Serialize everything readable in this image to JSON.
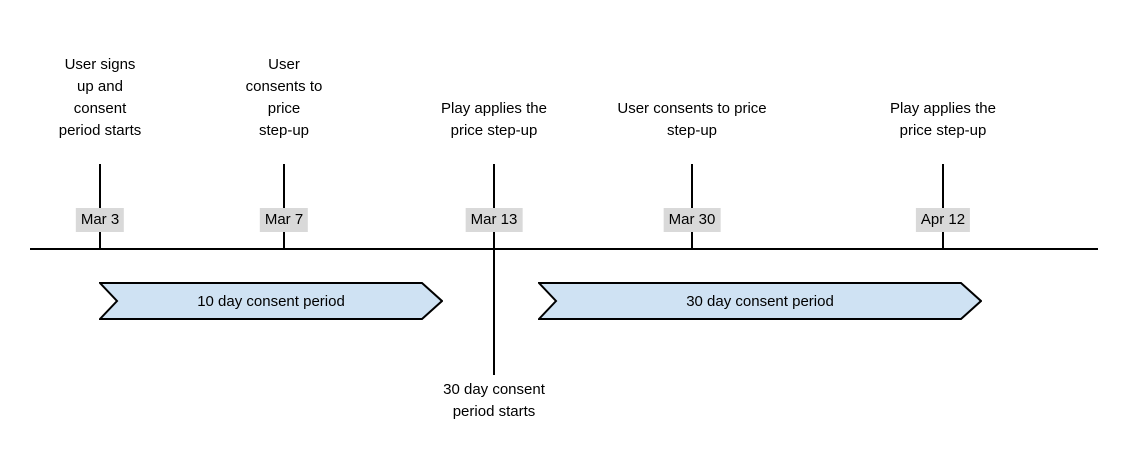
{
  "diagram": {
    "type": "timeline",
    "events": [
      {
        "date": "Mar 3",
        "label": "User signs\nup and\nconsent\nperiod starts"
      },
      {
        "date": "Mar 7",
        "label": "User\nconsents to\nprice\nstep-up"
      },
      {
        "date": "Mar 13",
        "label": "Play applies the\nprice step-up",
        "below_label": "30 day consent\nperiod starts"
      },
      {
        "date": "Mar 30",
        "label": "User consents to price\nstep-up"
      },
      {
        "date": "Apr 12",
        "label": "Play applies the\nprice step-up"
      }
    ],
    "periods": [
      {
        "label": "10 day consent period"
      },
      {
        "label": "30 day consent period"
      }
    ],
    "colors": {
      "period_fill": "#cfe2f3",
      "period_border": "#000000",
      "date_label_bg": "#d9d9d9",
      "line": "#000000",
      "text": "#000000"
    }
  }
}
